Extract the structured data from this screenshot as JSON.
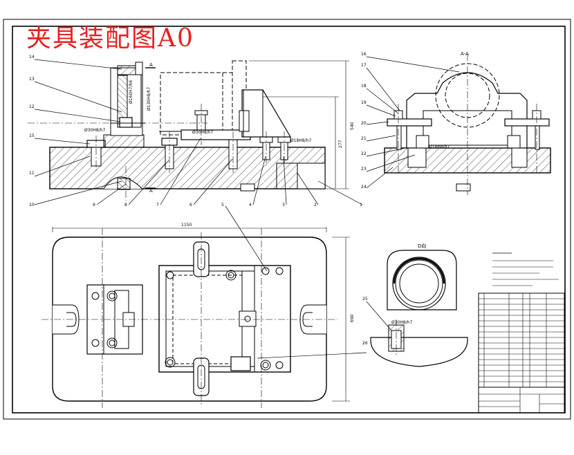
{
  "drawing": {
    "title": "夹具装配图A0",
    "dimensions": {
      "top_tolerance_1": "Ø160H7/h6",
      "top_tolerance_2": "Ø130H8/h7",
      "left_tolerance": "Ø30H8/h7",
      "mid_tolerance": "Ø30H8/h7",
      "right_tolerance": "Ø18H8/h7",
      "side_tolerance": "Ø18H8/h7",
      "detail_tolerance": "Ø30H8/h7",
      "height_540": "540",
      "height_277": "277",
      "width_1150": "1150",
      "height_690": "690"
    },
    "section_labels": {
      "section_mark": "A",
      "section_mark_2": "A",
      "view_title": "A-A",
      "direction_mark": "D向"
    },
    "balloons_left": [
      "14",
      "13",
      "12",
      "15",
      "11",
      "10",
      "9",
      "8",
      "7",
      "6",
      "5",
      "4",
      "3",
      "2",
      "1"
    ],
    "balloons_right": [
      "16",
      "17",
      "18",
      "19",
      "20",
      "21",
      "22",
      "23",
      "24",
      "25",
      "26"
    ]
  }
}
